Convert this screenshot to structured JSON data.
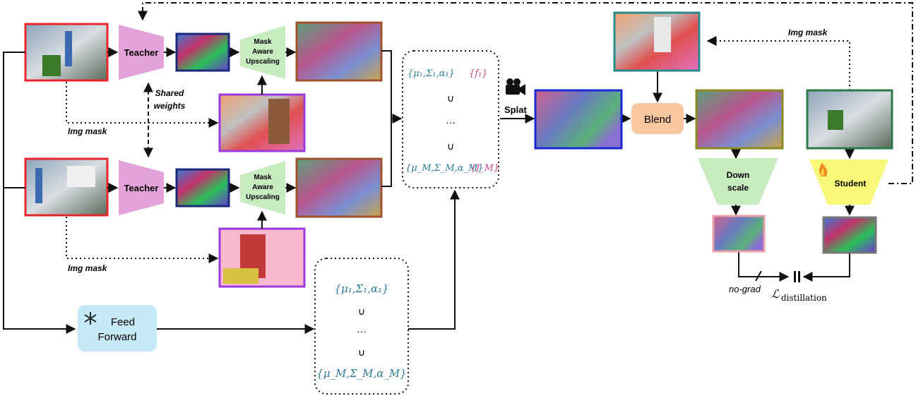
{
  "labels": {
    "teacher": "Teacher",
    "mask_aware_l1": "Mask",
    "mask_aware_l2": "Aware",
    "mask_aware_l3": "Upscaling",
    "shared_l1": "Shared",
    "shared_l2": "weights",
    "img_mask": "Img mask",
    "splat": "Splat",
    "blend": "Blend",
    "downscale_l1": "Down",
    "downscale_l2": "scale",
    "student": "Student",
    "feed_l1": "Feed",
    "feed_l2": "Forward",
    "no_grad": "no-grad",
    "loss_script": "ℒ",
    "loss_sub": "distillation",
    "union": "∪",
    "ellipsis": "···"
  },
  "set_top": {
    "first": "{μ₁,Σ₁,α₁}",
    "first_feat": "{f₁}",
    "last": "{μ_M,Σ_M,α_M}",
    "last_feat": "{f_M}"
  },
  "set_bottom": {
    "first": "{μ₁,Σ₁,α₁}",
    "last": "{μ_M,Σ_M,α_M}"
  },
  "colors": {
    "teacher": "#e3a3d9",
    "upscaling": "#c8ebc0",
    "blend": "#f7c7a0",
    "downscale": "#c8ebc0",
    "student": "#f7f77a",
    "feedforward": "#c6e9f7",
    "math_blue": "#2c7a9a",
    "math_pink": "#c04a8a",
    "frame_red": "#e8262c",
    "frame_navy": "#1a2a7a",
    "frame_brown": "#a0522d",
    "frame_purple": "#9b3ae0",
    "frame_blue": "#1a2ad0",
    "frame_teal": "#2a8a8a",
    "frame_olive": "#8a8a20",
    "frame_green": "#2a7a4a",
    "frame_pink": "#e8a0a8",
    "frame_gray": "#777777"
  },
  "icons": [
    "camera-icon",
    "snowflake-icon",
    "flame-icon",
    "parallel-icon"
  ]
}
